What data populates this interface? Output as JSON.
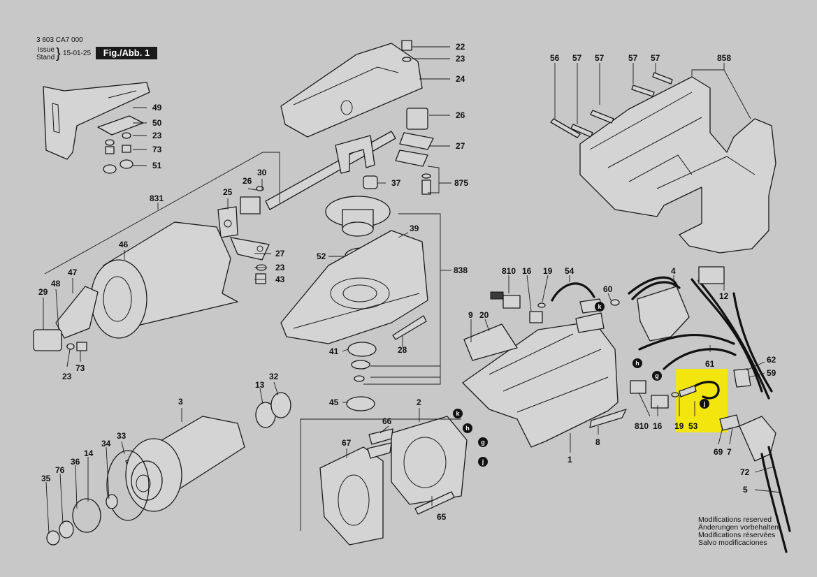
{
  "header": {
    "drawing_number": "3 603 CA7 000",
    "issue_label": "Issue",
    "stand_label": "Stand",
    "date": "15-01-25",
    "figure": "Fig./Abb. 1"
  },
  "callouts": [
    "22",
    "23",
    "24",
    "26",
    "27",
    "37",
    "875",
    "49",
    "50",
    "23",
    "73",
    "51",
    "30",
    "26",
    "25",
    "831",
    "27",
    "23",
    "43",
    "46",
    "47",
    "48",
    "29",
    "23",
    "73",
    "39",
    "52",
    "838",
    "41",
    "28",
    "45",
    "56",
    "57",
    "57",
    "57",
    "57",
    "858",
    "810",
    "16",
    "19",
    "54",
    "60",
    "4",
    "12",
    "9",
    "20",
    "62",
    "59",
    "61",
    "3",
    "13",
    "32",
    "2",
    "66",
    "67",
    "65",
    "33",
    "34",
    "36",
    "14",
    "76",
    "35",
    "810",
    "16",
    "19",
    "53",
    "69",
    "7",
    "72",
    "5",
    "1",
    "8"
  ],
  "connector_badges": [
    "k",
    "h",
    "g",
    "j",
    "k",
    "h",
    "g",
    "j"
  ],
  "highlight": {
    "part": "53",
    "color": "#f2e60e"
  },
  "disclaimer": [
    "Modifications reserved",
    "Änderungen vorbehalten",
    "Modifications réservées",
    "Salvo modificaciones"
  ]
}
